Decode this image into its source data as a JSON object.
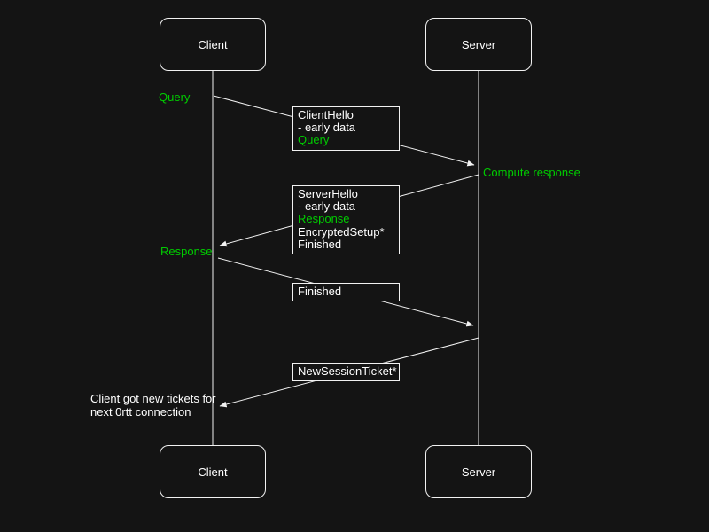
{
  "diagram_type": "sequence-diagram",
  "colors": {
    "background": "#141414",
    "stroke": "#f2f2f2",
    "text": "#ffffff",
    "accent_green": "#00cc00"
  },
  "actors": {
    "client": "Client",
    "server": "Server"
  },
  "labels": {
    "query": "Query",
    "compute_response": "Compute response",
    "response": "Response"
  },
  "note": {
    "line1": "Client got new tickets for",
    "line2": "next 0rtt connection"
  },
  "boxes": {
    "client_hello": [
      "ClientHello",
      "- early data",
      "Query"
    ],
    "server_hello": [
      "ServerHello",
      "- early data",
      "Response",
      "EncryptedSetup*",
      "Finished"
    ],
    "finished": [
      "Finished"
    ],
    "new_session_ticket": [
      "NewSessionTicket*"
    ]
  },
  "flow": [
    {
      "from": "Client",
      "to": "Server",
      "message": "ClientHello / - early data / Query"
    },
    {
      "from": "Server",
      "to": "Client",
      "message": "ServerHello / - early data / Response / EncryptedSetup* / Finished"
    },
    {
      "from": "Client",
      "to": "Server",
      "message": "Finished"
    },
    {
      "from": "Server",
      "to": "Client",
      "message": "NewSessionTicket*"
    }
  ]
}
